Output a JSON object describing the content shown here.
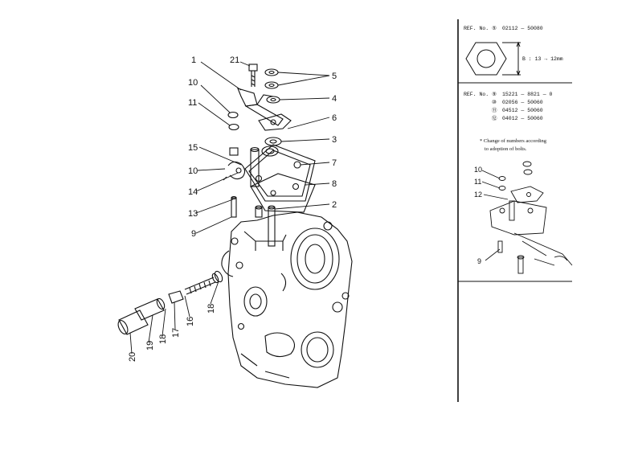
{
  "main_callouts": [
    {
      "id": "c1",
      "label": "1"
    },
    {
      "id": "c21",
      "label": "21"
    },
    {
      "id": "c5",
      "label": "5"
    },
    {
      "id": "c10a",
      "label": "10"
    },
    {
      "id": "c4",
      "label": "4"
    },
    {
      "id": "c11",
      "label": "11"
    },
    {
      "id": "c6",
      "label": "6"
    },
    {
      "id": "c3",
      "label": "3"
    },
    {
      "id": "c15",
      "label": "15"
    },
    {
      "id": "c7",
      "label": "7"
    },
    {
      "id": "c10b",
      "label": "10"
    },
    {
      "id": "c8",
      "label": "8"
    },
    {
      "id": "c14",
      "label": "14"
    },
    {
      "id": "c2",
      "label": "2"
    },
    {
      "id": "c13",
      "label": "13"
    },
    {
      "id": "c9",
      "label": "9"
    },
    {
      "id": "c18a",
      "label": "18"
    },
    {
      "id": "c16",
      "label": "16"
    },
    {
      "id": "c17",
      "label": "17"
    },
    {
      "id": "c18b",
      "label": "18"
    },
    {
      "id": "c19",
      "label": "19"
    },
    {
      "id": "c20",
      "label": "20"
    }
  ],
  "ref_box_1": {
    "ref_label": "REF. No. ⑤",
    "part_no": "02112 — 50080",
    "dimension": "B : 13 → 12mm"
  },
  "ref_box_2": {
    "ref_label": "REF. No. ⑨",
    "parts": [
      {
        "ref": "⑨",
        "no": "15221 — 8821 — 0"
      },
      {
        "ref": "⑩",
        "no": "02056 — 50060"
      },
      {
        "ref": "⑪",
        "no": "04512 — 50060"
      },
      {
        "ref": "⑫",
        "no": "04012 — 50060"
      }
    ],
    "note_line1": "* Change of numbers according",
    "note_line2": "to adoption of bolts.",
    "callouts": [
      {
        "id": "s10",
        "label": "10"
      },
      {
        "id": "s11",
        "label": "11"
      },
      {
        "id": "s12",
        "label": "12"
      },
      {
        "id": "s9",
        "label": "9"
      }
    ]
  }
}
